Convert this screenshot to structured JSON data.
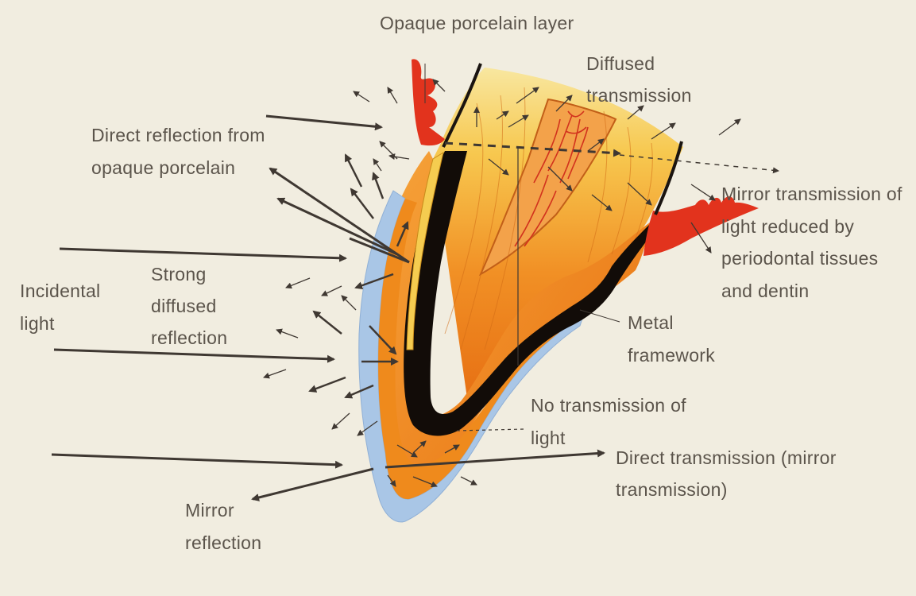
{
  "labels": {
    "opaque_layer": "Opaque porcelain layer",
    "diffused_transmission": "Diffused transmission",
    "direct_reflection": "Direct reflection from opaque porcelain",
    "mirror_transmission_reduced": "Mirror transmission of light reduced by periodontal tissues and dentin",
    "incidental_light": "Incidental light",
    "strong_diffused_reflection": "Strong diffused reflection",
    "metal_framework": "Metal framework",
    "no_transmission": "No transmission of light",
    "direct_transmission": "Direct transmission (mirror transmission)",
    "mirror_reflection": "Mirror reflection"
  },
  "colors": {
    "background": "#f1ede0",
    "enamel_blue": "#a9c6e6",
    "porcelain_orange": "#ee7d16",
    "dentin_yellow": "#f7d36a",
    "metal_black": "#120c08",
    "gingiva_red": "#e2331d",
    "arrow": "#3f3832",
    "text": "#5b544b"
  }
}
